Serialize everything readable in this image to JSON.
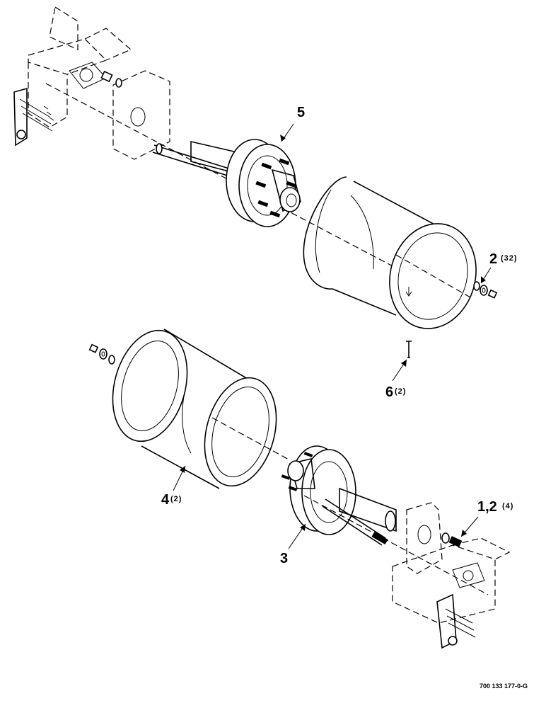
{
  "callouts": {
    "c1": {
      "number": "5",
      "qty": ""
    },
    "c2": {
      "number": "2",
      "qty": "(32)"
    },
    "c3": {
      "number": "6",
      "qty": "(2)"
    },
    "c4": {
      "number": "4",
      "qty": "(2)"
    },
    "c5": {
      "number": "1,2",
      "qty": "(4)"
    },
    "c6": {
      "number": "3",
      "qty": ""
    }
  },
  "drawing_number": "700 133 177-0-G"
}
